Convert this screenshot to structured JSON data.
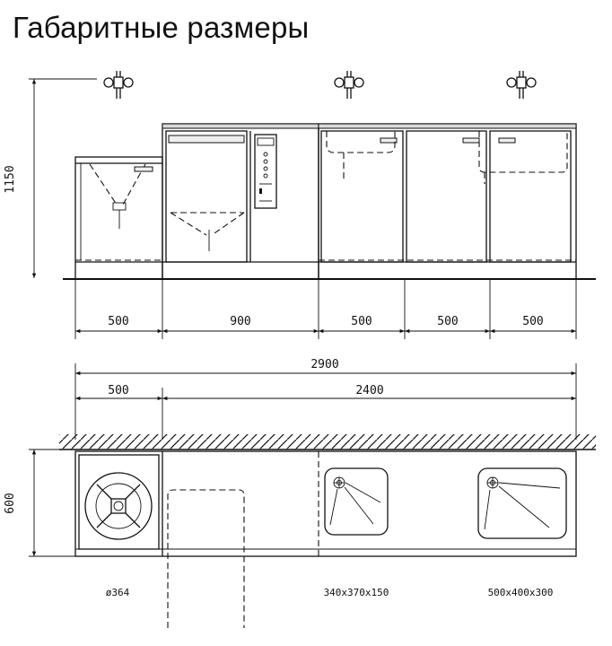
{
  "title": "Габаритные размеры",
  "side_view": {
    "height_label": "1150",
    "widths": [
      "500",
      "900",
      "500",
      "500",
      "500"
    ]
  },
  "top_view": {
    "total_width": "2900",
    "left_width": "500",
    "right_width": "2400",
    "depth_label": "600",
    "captions": [
      "ø364",
      "340x370x150",
      "500x400x300"
    ]
  }
}
